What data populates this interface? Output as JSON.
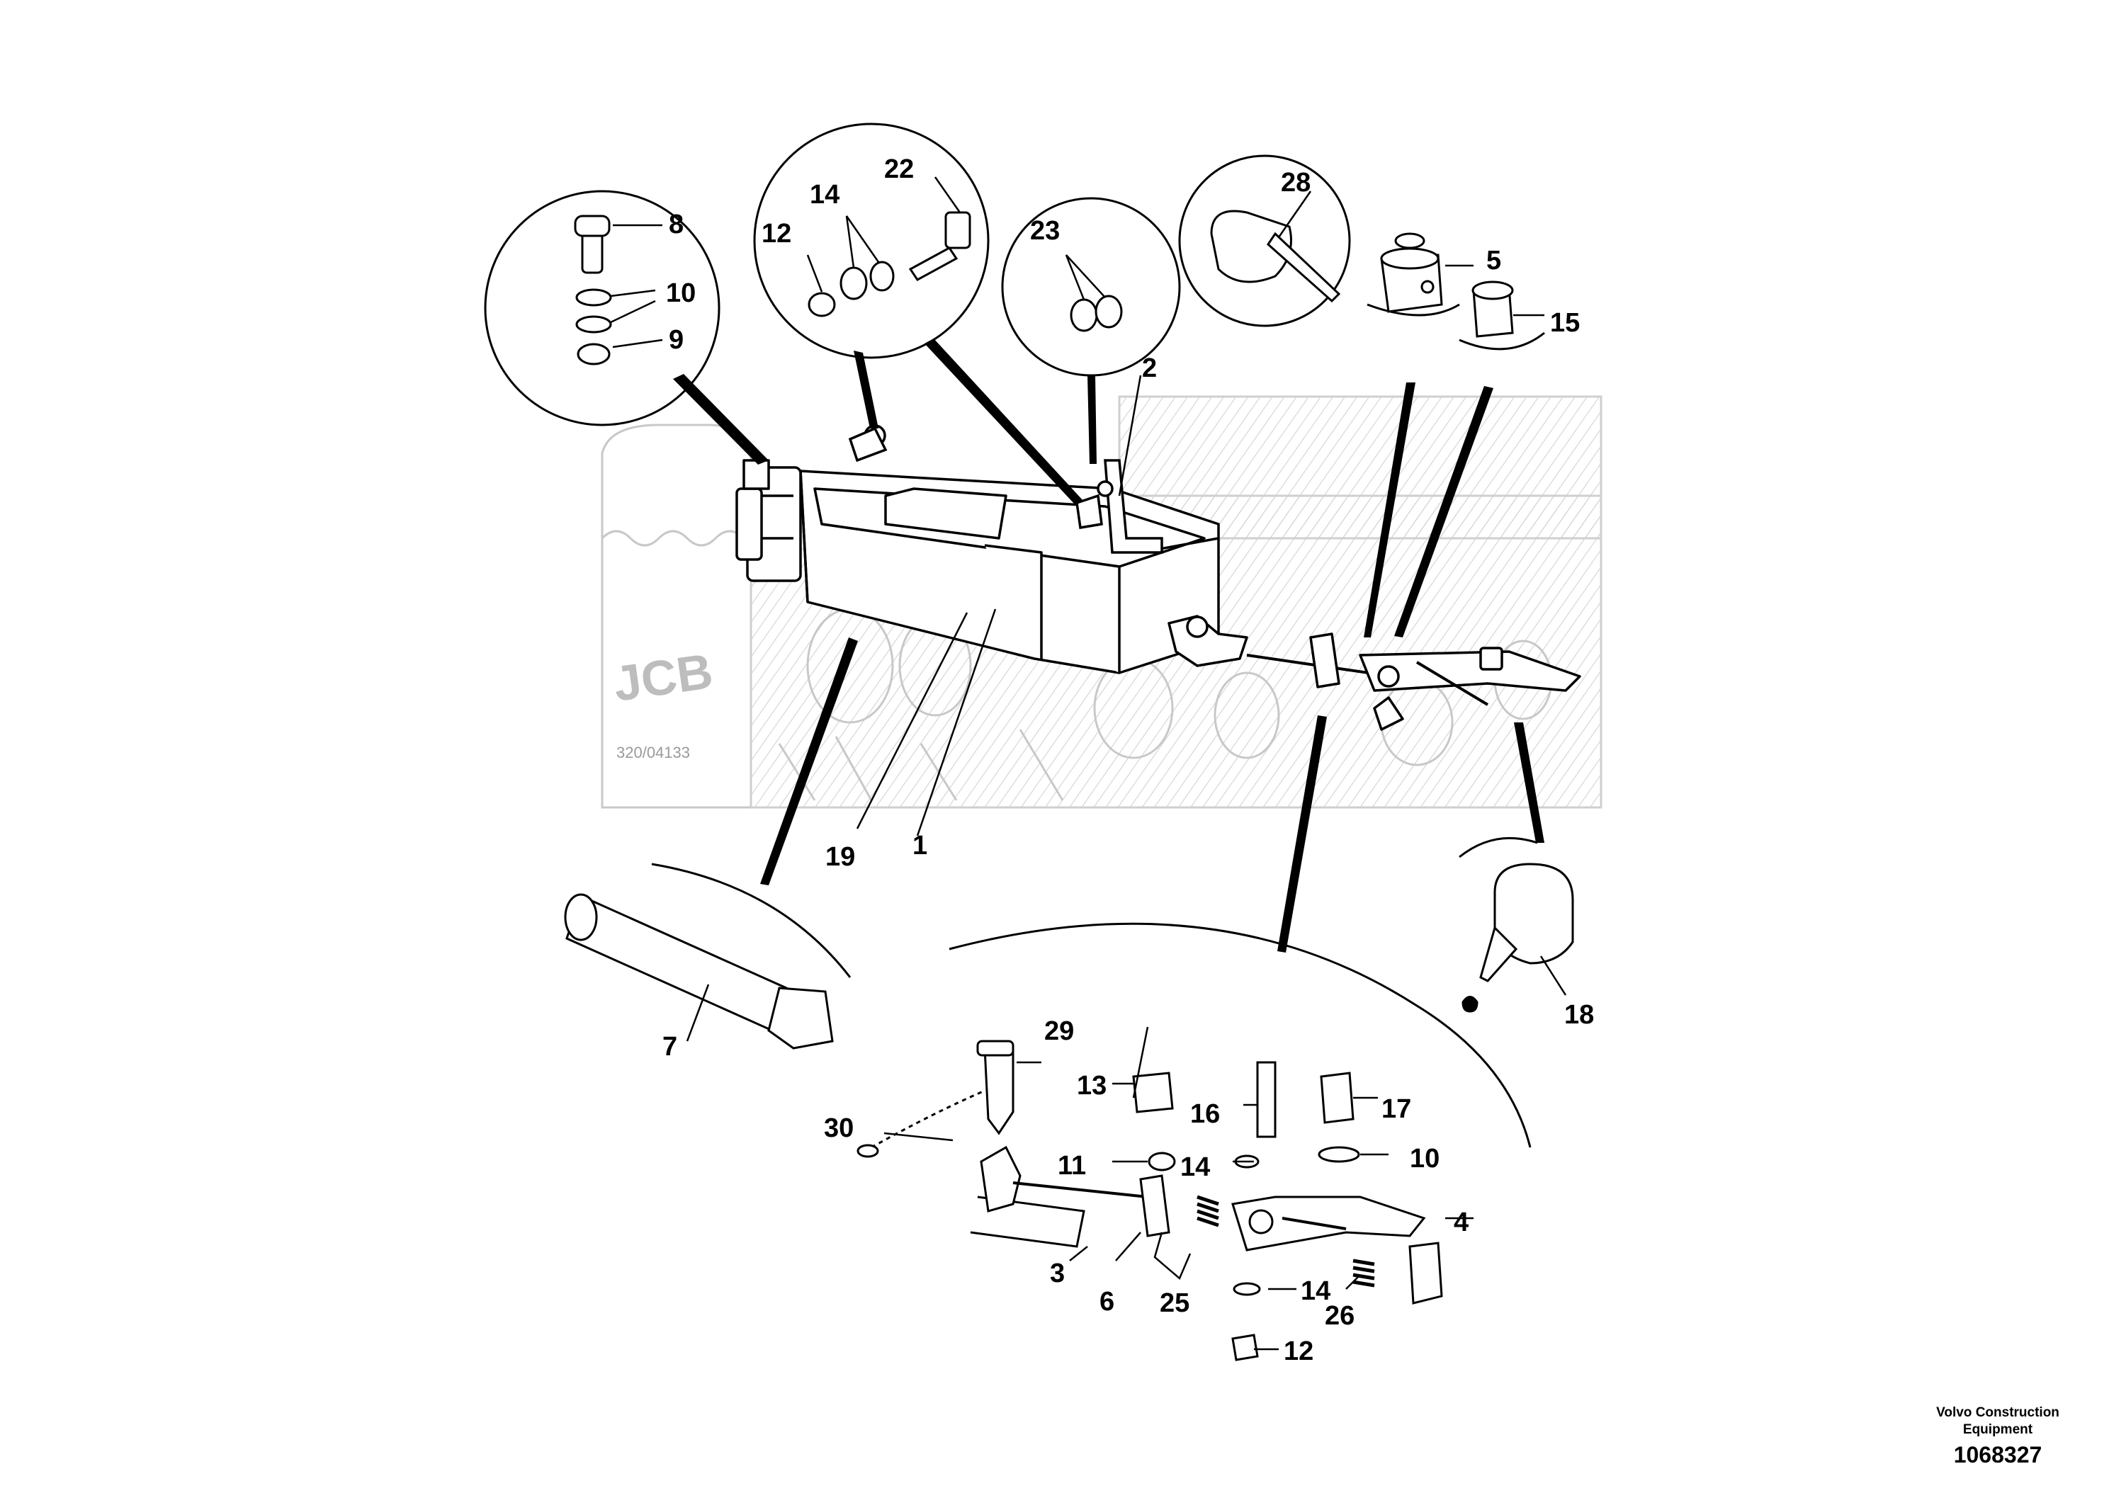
{
  "diagram": {
    "callouts": {
      "c1": "1",
      "c2": "2",
      "c3": "3",
      "c4": "4",
      "c5": "5",
      "c6": "6",
      "c7": "7",
      "c8": "8",
      "c9": "9",
      "c10a": "10",
      "c10b": "10",
      "c11": "11",
      "c12a": "12",
      "c12b": "12",
      "c13": "13",
      "c14a": "14",
      "c14b": "14",
      "c14c": "14",
      "c15": "15",
      "c16": "16",
      "c17": "17",
      "c18": "18",
      "c19": "19",
      "c22": "22",
      "c23": "23",
      "c25": "25",
      "c26": "26",
      "c28": "28",
      "c29": "29",
      "c30": "30"
    },
    "engine_markings": {
      "logo": "JCB",
      "part_number": "320/04133"
    }
  },
  "footer": {
    "publisher_line1": "Volvo Construction",
    "publisher_line2": "Equipment",
    "drawing_number": "1068327"
  },
  "colors": {
    "ink": "#000000",
    "ghost": "#c8c8c8",
    "paper": "#ffffff"
  }
}
